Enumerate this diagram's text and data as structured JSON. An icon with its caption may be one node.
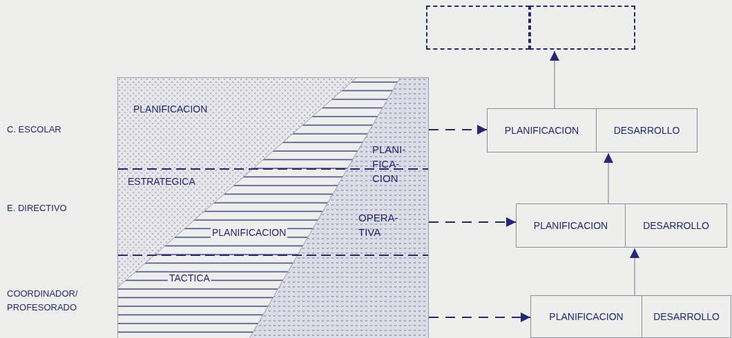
{
  "diagram": {
    "nodes": [
      {
        "text": [
          "PLANIFICACION",
          "ESTRATEGICA",
          "PLANIFICACION",
          "TACTICA",
          "PLANI- FICA- CION",
          "OPERA- TIVA"
        ]
      },
      {
        "text": [],
        "shape": "box"
      },
      {
        "text": [],
        "shape": "box"
      },
      {
        "text": [
          "PLANIFICACION",
          "DESARROLLO"
        ]
      },
      {
        "text": [
          "PLANIFICACION",
          "DESARROLLO"
        ]
      },
      {
        "text": [
          "PLANIFICACION",
          "DESARROLLO"
        ]
      }
    ],
    "edges": [
      {
        "from": 0,
        "to": 3,
        "arrow": "to",
        "style": "dashed"
      },
      {
        "from": 0,
        "to": 4,
        "arrow": "to",
        "style": "dashed"
      },
      {
        "from": 0,
        "to": 5,
        "arrow": "to",
        "style": "dashed"
      },
      {
        "from": 5,
        "to": 4,
        "arrow": "to",
        "color": "#8a8a9a"
      },
      {
        "from": 4,
        "to": 3,
        "arrow": "to",
        "color": "#8a8a9a"
      },
      {
        "from": 3,
        "to": 2,
        "arrow": "to",
        "color": "#8a8a9a"
      }
    ],
    "labels": [
      "C. ESCOLAR",
      "E. DIRECTIVO",
      "COORDINADOR/ PROFESORADO"
    ]
  }
}
